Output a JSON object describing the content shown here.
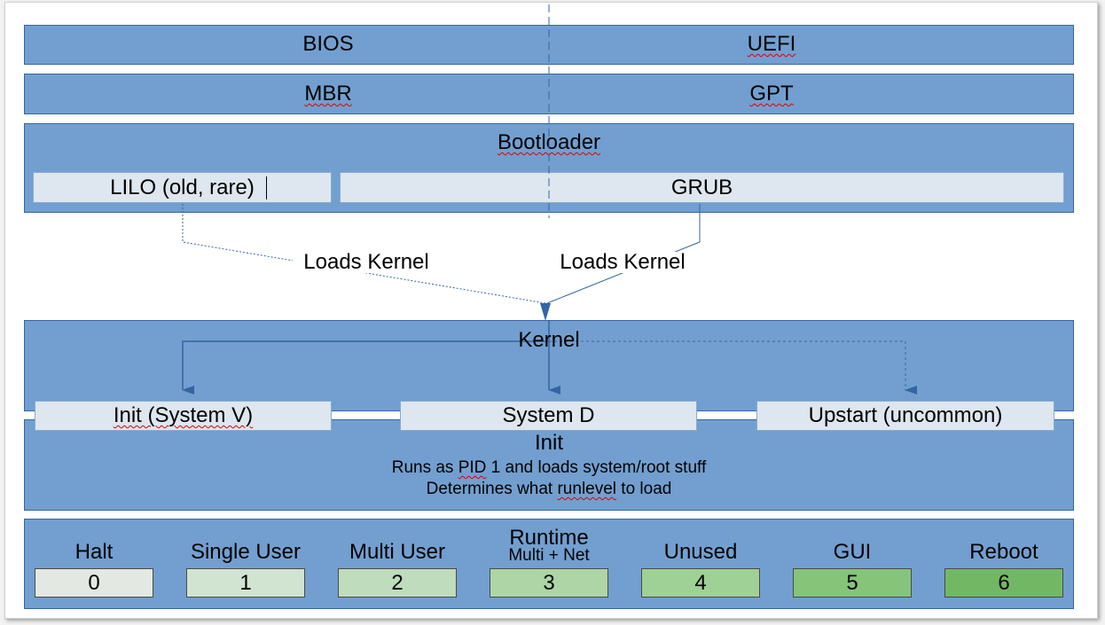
{
  "firmware": {
    "left": "BIOS",
    "right": "UEFI"
  },
  "partition": {
    "left": "MBR",
    "right": "GPT"
  },
  "bootloader": {
    "title": "Bootloader",
    "options": [
      "LILO (old, rare)",
      "GRUB"
    ]
  },
  "edge_labels": {
    "left": "Loads Kernel",
    "right": "Loads Kernel"
  },
  "kernel": {
    "title": "Kernel"
  },
  "init_systems": [
    "Init (System V)",
    "System D",
    "Upstart (uncommon)"
  ],
  "init": {
    "title": "Init",
    "line1_pre": "Runs as ",
    "line1_pid": "PID",
    "line1_post": " 1 and loads system/root stuff",
    "line2_pre": "Determines what ",
    "line2_word": "runlevel",
    "line2_post": " to load"
  },
  "runlevels": {
    "title": "Runtime",
    "levels": [
      {
        "label": "Halt",
        "number": "0",
        "color": "#e3e8e3"
      },
      {
        "label": "Single User",
        "number": "1",
        "color": "#d1e3d1"
      },
      {
        "label": "Multi User",
        "number": "2",
        "color": "#bfdcbd"
      },
      {
        "label": "Multi + Net",
        "number": "3",
        "color": "#aed5a6"
      },
      {
        "label": "Unused",
        "number": "4",
        "color": "#9fd196"
      },
      {
        "label": "GUI",
        "number": "5",
        "color": "#86c47a"
      },
      {
        "label": "Reboot",
        "number": "6",
        "color": "#72b864"
      }
    ]
  },
  "colors": {
    "band": "#729fcf",
    "box": "#dee6ef",
    "line": "#3465a4"
  }
}
